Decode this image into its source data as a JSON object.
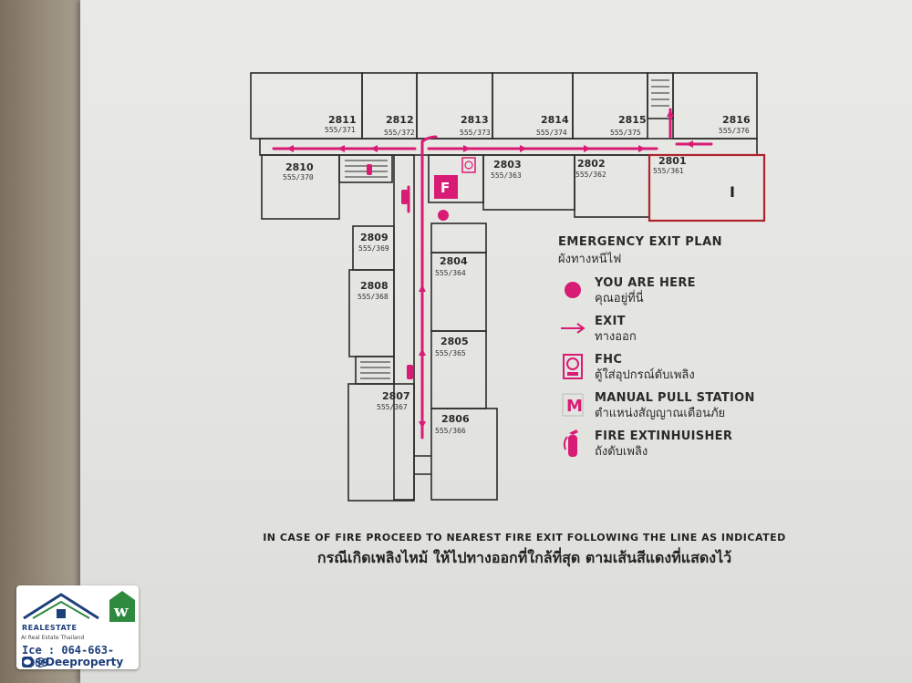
{
  "plan": {
    "units": [
      {
        "no": "2811",
        "addr": "555/371"
      },
      {
        "no": "2812",
        "addr": "555/372"
      },
      {
        "no": "2813",
        "addr": "555/373"
      },
      {
        "no": "2814",
        "addr": "555/374"
      },
      {
        "no": "2815",
        "addr": "555/375"
      },
      {
        "no": "2816",
        "addr": "555/376"
      },
      {
        "no": "2810",
        "addr": "555/370"
      },
      {
        "no": "2803",
        "addr": "555/363"
      },
      {
        "no": "2802",
        "addr": "555/362"
      },
      {
        "no": "2801",
        "addr": "555/361"
      },
      {
        "no": "2809",
        "addr": "555/369"
      },
      {
        "no": "2804",
        "addr": "555/364"
      },
      {
        "no": "2808",
        "addr": "555/368"
      },
      {
        "no": "2805",
        "addr": "555/365"
      },
      {
        "no": "2807",
        "addr": "555/367"
      },
      {
        "no": "2806",
        "addr": "555/366"
      }
    ],
    "manual_pull_marker": "F",
    "highlight_marker": "I",
    "route_color": "#d81b74",
    "wall_color": "#2b2b2b"
  },
  "legend": {
    "title": "EMERGENCY EXIT PLAN",
    "subtitle": "ผังทางหนีไฟ",
    "items": [
      {
        "icon": "you-are-here-dot",
        "en": "YOU ARE HERE",
        "th": "คุณอยู่ที่นี่"
      },
      {
        "icon": "exit-arrow",
        "en": "EXIT",
        "th": "ทางออก"
      },
      {
        "icon": "fhc-cabinet",
        "en": "FHC",
        "th": "ตู้ใส่อุปกรณ์ดับเพลิง"
      },
      {
        "icon": "manual-pull-station",
        "icon_letter": "M",
        "en": "MANUAL PULL STATION",
        "th": "ตำแหน่งสัญญาณเตือนภัย"
      },
      {
        "icon": "fire-extinguisher",
        "en": "FIRE EXTINHUISHER",
        "th": "ถังดับเพลิง"
      }
    ]
  },
  "instruction": {
    "en": "IN CASE OF FIRE PROCEED TO NEAREST FIRE EXIT FOLLOWING THE LINE AS INDICATED",
    "th": "กรณีเกิดเพลิงไหม้ ให้ไปทางออกที่ใกล้ที่สุด ตามเส้นสีแดงที่แสดงไว้"
  },
  "watermark": {
    "brand": "REALESTATE",
    "brand_sub": "AI Real Estate Thailand",
    "phone": "Ice : 064-663-5959",
    "line_id": "@Deeproperty",
    "accent": "#2e8a3e",
    "brand_color": "#1d3f7a"
  }
}
